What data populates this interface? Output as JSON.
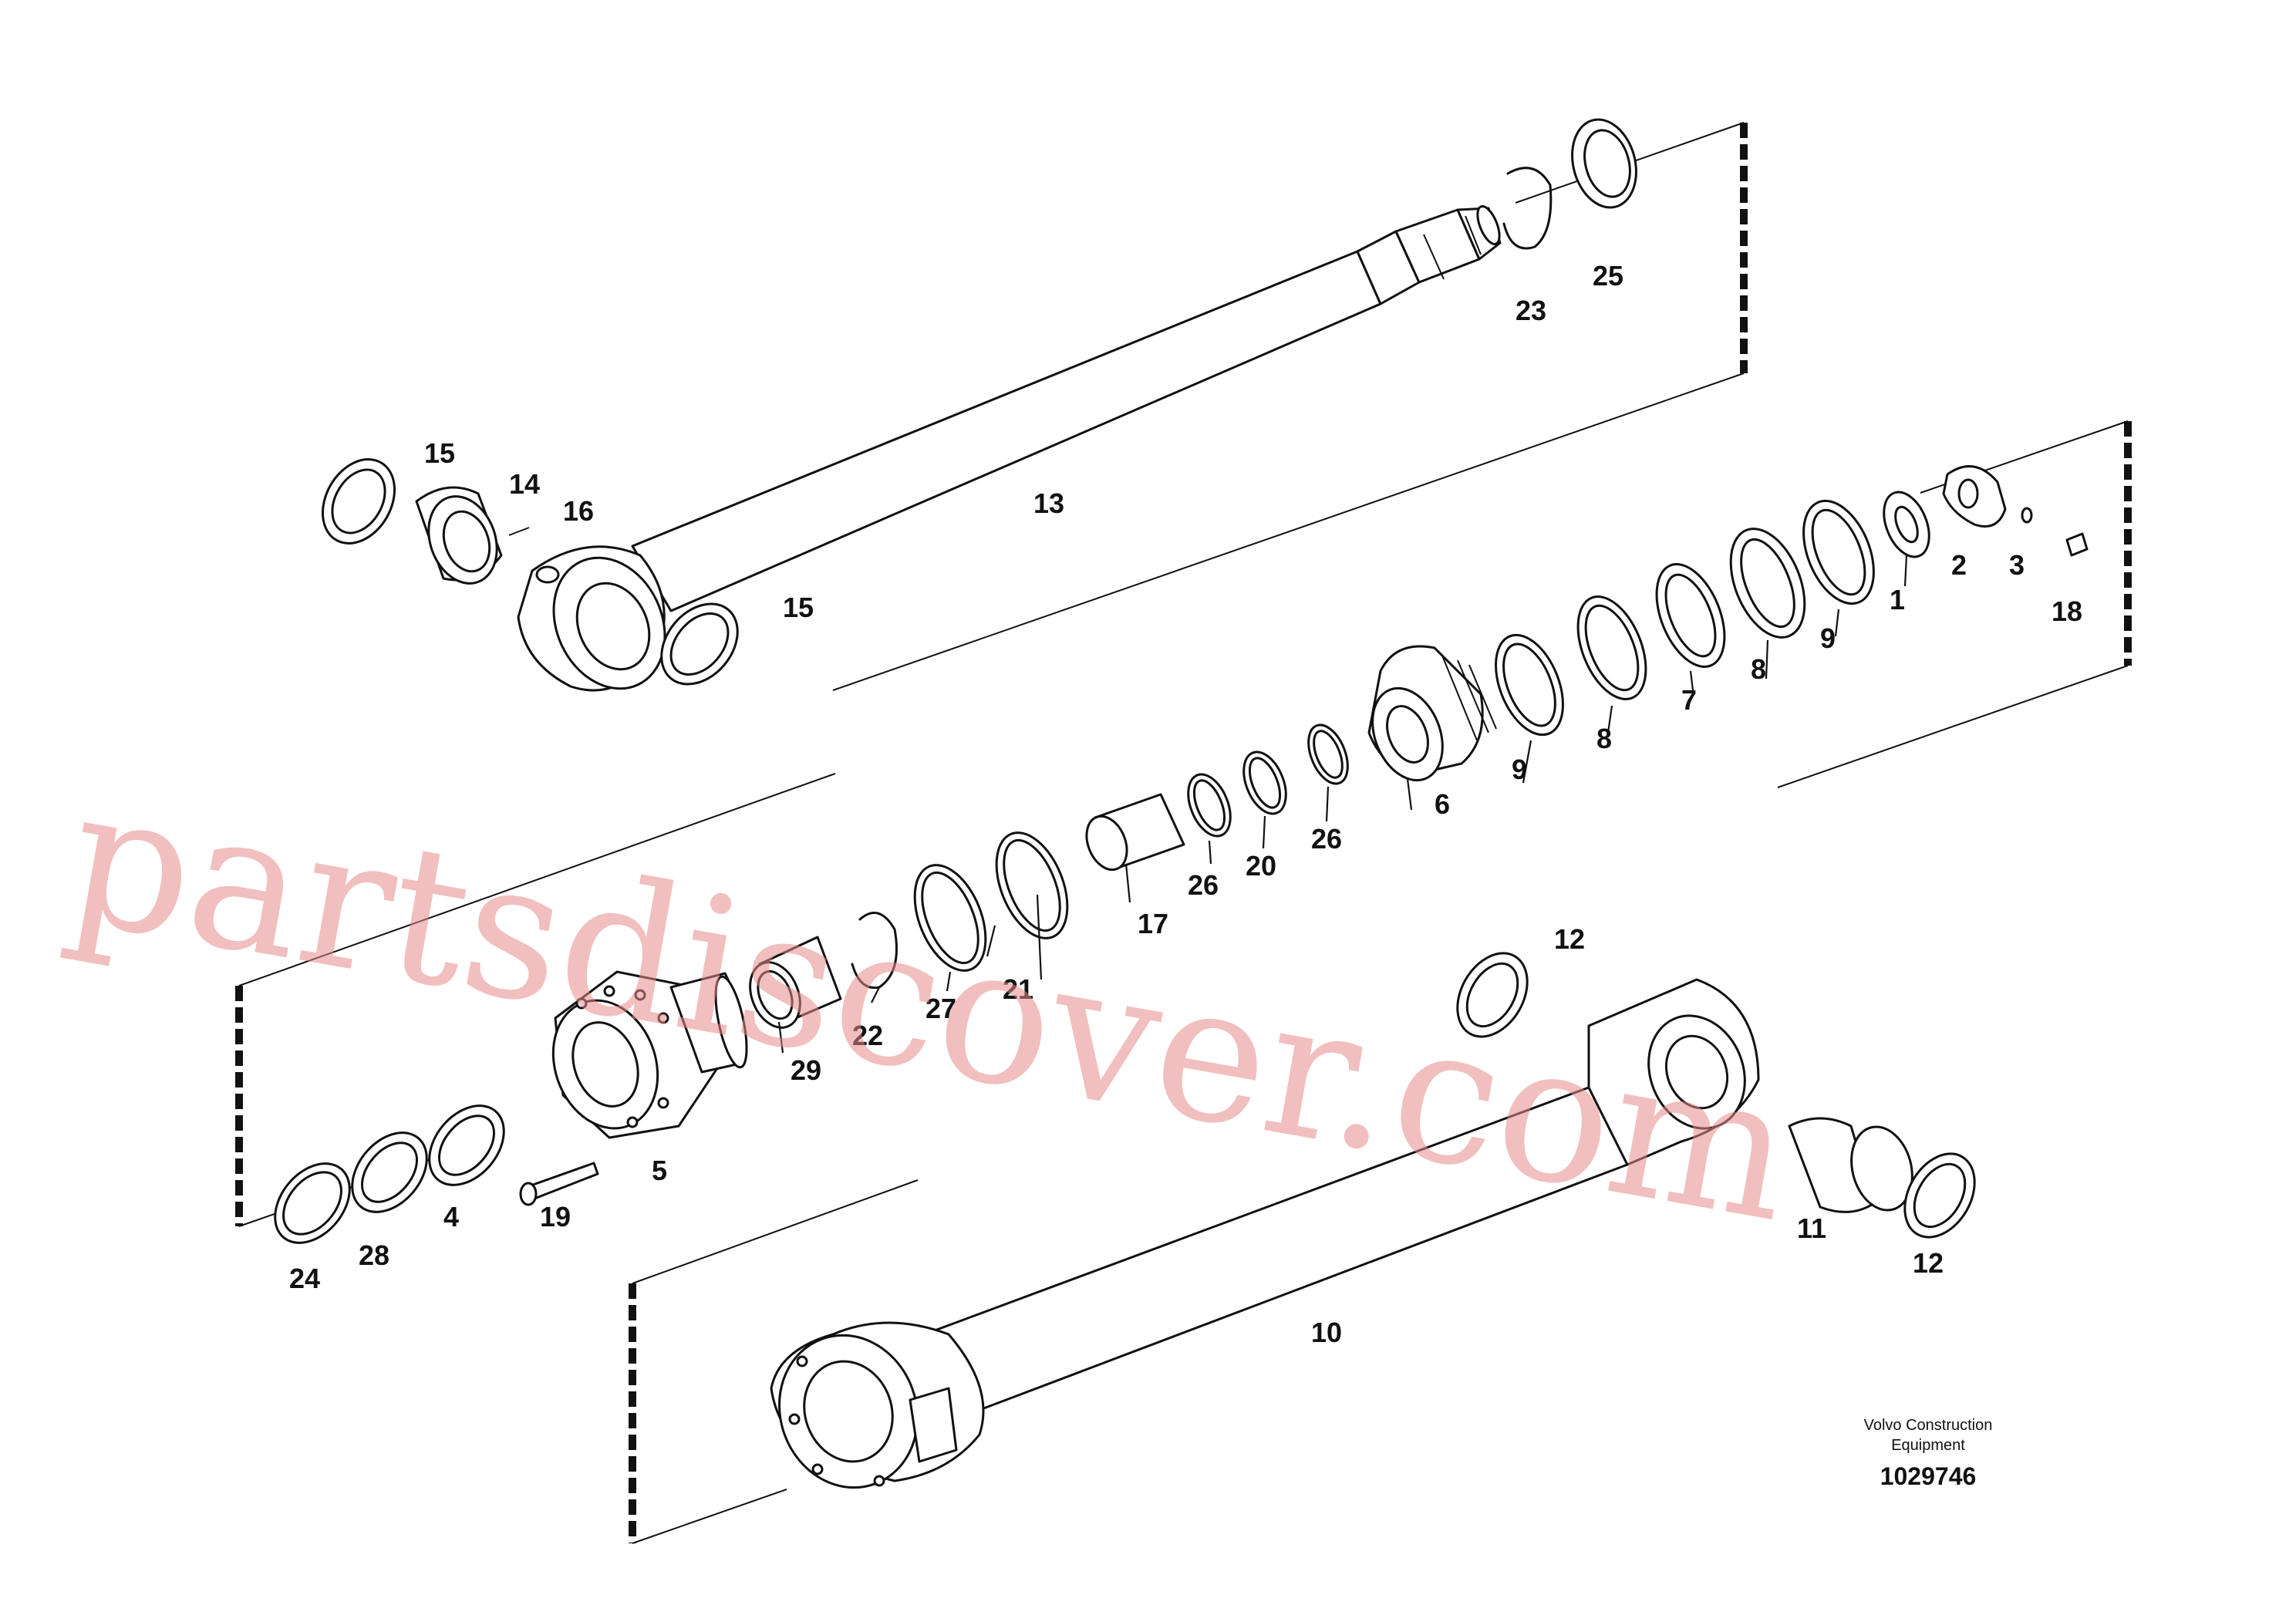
{
  "diagram": {
    "watermark": "partsdiscover.com",
    "brand": "Volvo Construction Equipment",
    "brand_line1": "Volvo Construction",
    "brand_line2": "Equipment",
    "doc_number": "1029746",
    "callouts": [
      "1",
      "2",
      "3",
      "4",
      "5",
      "6",
      "7",
      "8",
      "8",
      "9",
      "9",
      "10",
      "11",
      "12",
      "12",
      "13",
      "14",
      "15",
      "15",
      "16",
      "17",
      "18",
      "19",
      "20",
      "21",
      "22",
      "23",
      "24",
      "25",
      "26",
      "26",
      "27",
      "28",
      "29"
    ]
  }
}
